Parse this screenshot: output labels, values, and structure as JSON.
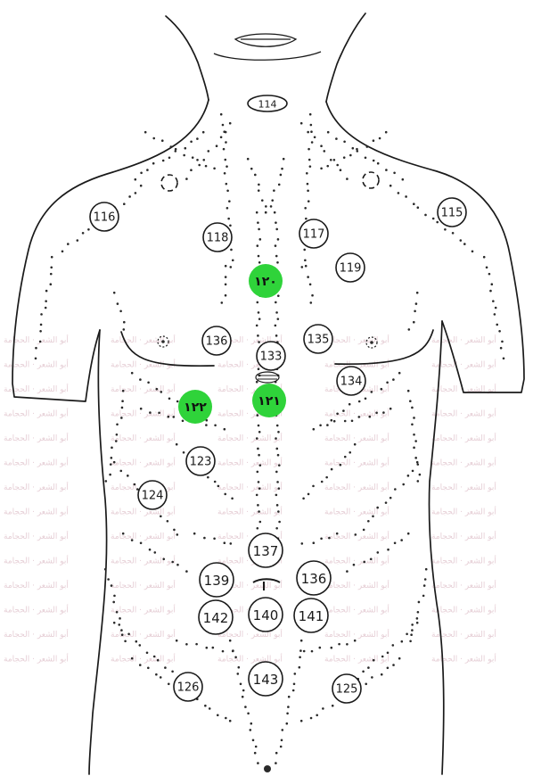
{
  "watermark": {
    "text": "أبو الشعر · الحجامة"
  },
  "colors": {
    "highlight": "#2fd33a",
    "line": "#1a1a1a",
    "watermark": "#e6cfd6"
  },
  "neck_point": "114",
  "points": [
    {
      "id": "p116",
      "label": "116",
      "highlight": false
    },
    {
      "id": "p115",
      "label": "115",
      "highlight": false
    },
    {
      "id": "p118",
      "label": "118",
      "highlight": false
    },
    {
      "id": "p117",
      "label": "117",
      "highlight": false
    },
    {
      "id": "p119",
      "label": "119",
      "highlight": false
    },
    {
      "id": "p120",
      "label": "١٢٠",
      "highlight": true
    },
    {
      "id": "p136a",
      "label": "136",
      "highlight": false
    },
    {
      "id": "p133",
      "label": "133",
      "highlight": false
    },
    {
      "id": "p135",
      "label": "135",
      "highlight": false
    },
    {
      "id": "p134",
      "label": "134",
      "highlight": false
    },
    {
      "id": "p121",
      "label": "١٢١",
      "highlight": true
    },
    {
      "id": "p122",
      "label": "١٢٢",
      "highlight": true
    },
    {
      "id": "p123",
      "label": "123",
      "highlight": false
    },
    {
      "id": "p124",
      "label": "124",
      "highlight": false
    },
    {
      "id": "p137",
      "label": "137",
      "highlight": false
    },
    {
      "id": "p139",
      "label": "139",
      "highlight": false
    },
    {
      "id": "p136b",
      "label": "136",
      "highlight": false
    },
    {
      "id": "p142",
      "label": "142",
      "highlight": false
    },
    {
      "id": "p140",
      "label": "140",
      "highlight": false
    },
    {
      "id": "p141",
      "label": "141",
      "highlight": false
    },
    {
      "id": "p143",
      "label": "143",
      "highlight": false
    },
    {
      "id": "p126",
      "label": "126",
      "highlight": false
    },
    {
      "id": "p125",
      "label": "125",
      "highlight": false
    }
  ]
}
